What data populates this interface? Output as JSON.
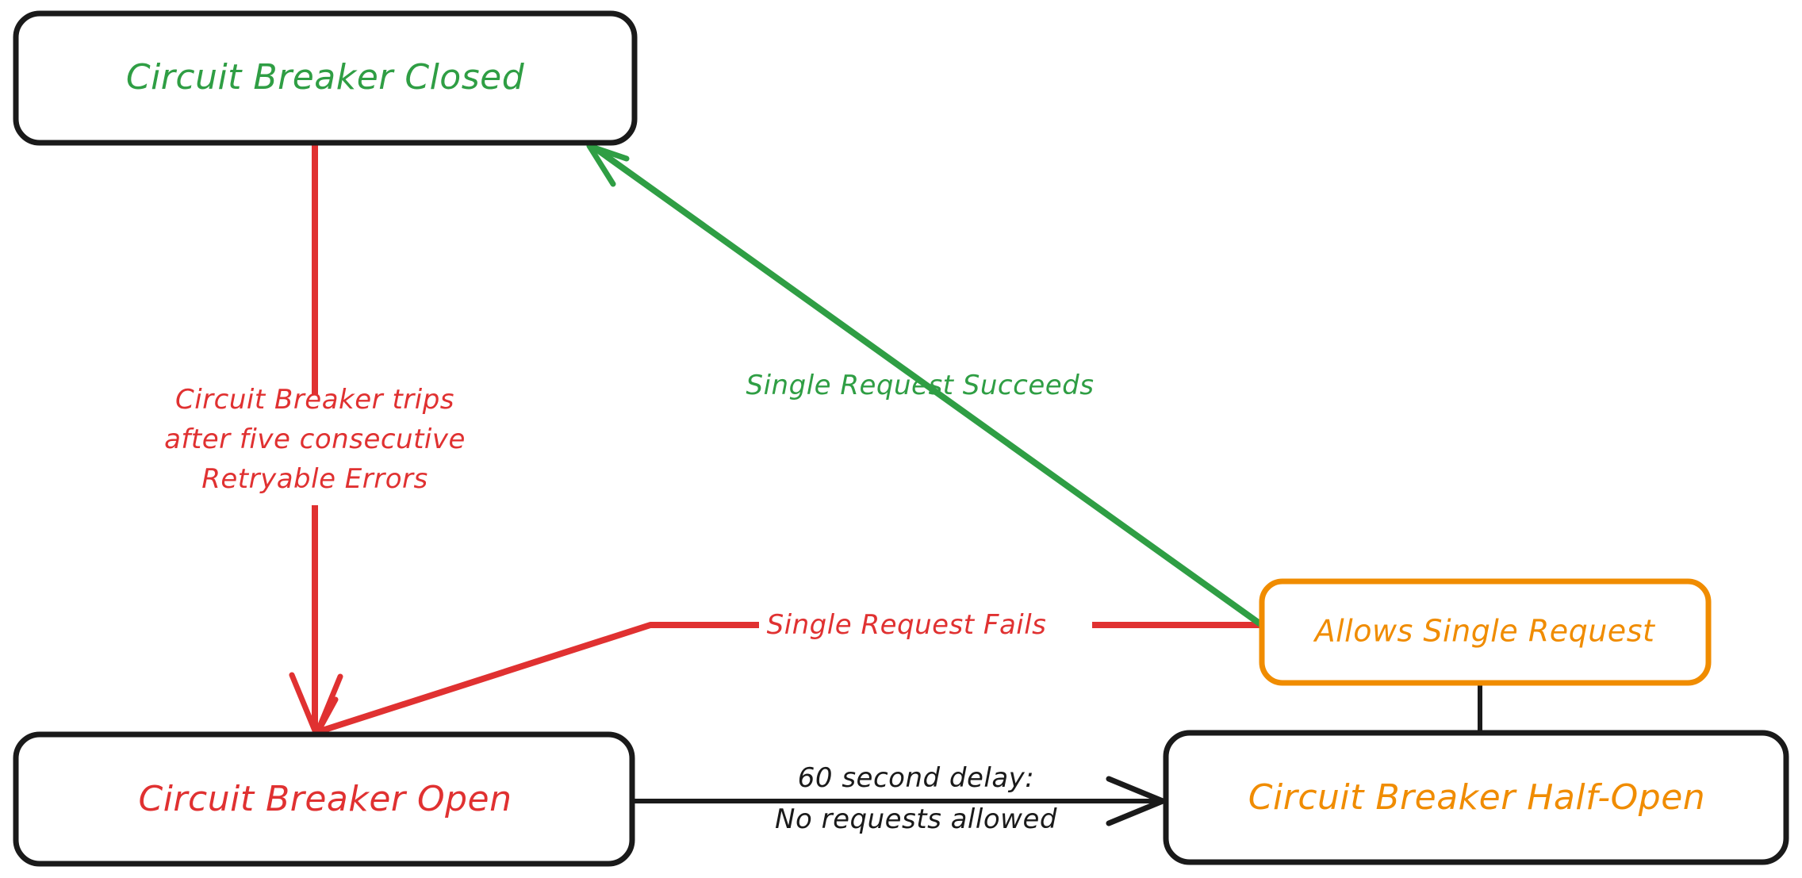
{
  "diagram": {
    "type": "state-diagram",
    "title": "Circuit Breaker State Machine",
    "background_color": "#ffffff",
    "colors": {
      "green": "#2f9e44",
      "red": "#e03131",
      "orange": "#f08c00",
      "black": "#1a1a1a",
      "white": "#ffffff"
    },
    "nodes": [
      {
        "id": "closed",
        "label": "Circuit Breaker Closed",
        "text_color": "#2f9e44",
        "border_color": "#1a1a1a"
      },
      {
        "id": "open",
        "label": "Circuit Breaker Open",
        "text_color": "#e03131",
        "border_color": "#1a1a1a"
      },
      {
        "id": "half_open",
        "label": "Circuit Breaker Half-Open",
        "text_color": "#f08c00",
        "border_color": "#1a1a1a"
      },
      {
        "id": "allows_single",
        "label": "Allows Single Request",
        "text_color": "#f08c00",
        "border_color": "#f08c00"
      }
    ],
    "edges": [
      {
        "id": "closed-to-open",
        "from": "closed",
        "to": "open",
        "color": "#e03131",
        "label_line1": "Circuit Breaker trips",
        "label_line2": "after five consecutive",
        "label_line3": "Retryable Errors"
      },
      {
        "id": "open-to-half-open",
        "from": "open",
        "to": "half_open",
        "color": "#1a1a1a",
        "label_line1": "60 second delay:",
        "label_line2": "No requests allowed"
      },
      {
        "id": "allows-to-closed",
        "from": "allows_single",
        "to": "closed",
        "color": "#2f9e44",
        "label": "Single Request Succeeds"
      },
      {
        "id": "allows-to-open",
        "from": "allows_single",
        "to": "open",
        "color": "#e03131",
        "label": "Single Request Fails"
      },
      {
        "id": "half-open-to-allows",
        "from": "half_open",
        "to": "allows_single",
        "color": "#1a1a1a",
        "label": ""
      }
    ]
  }
}
